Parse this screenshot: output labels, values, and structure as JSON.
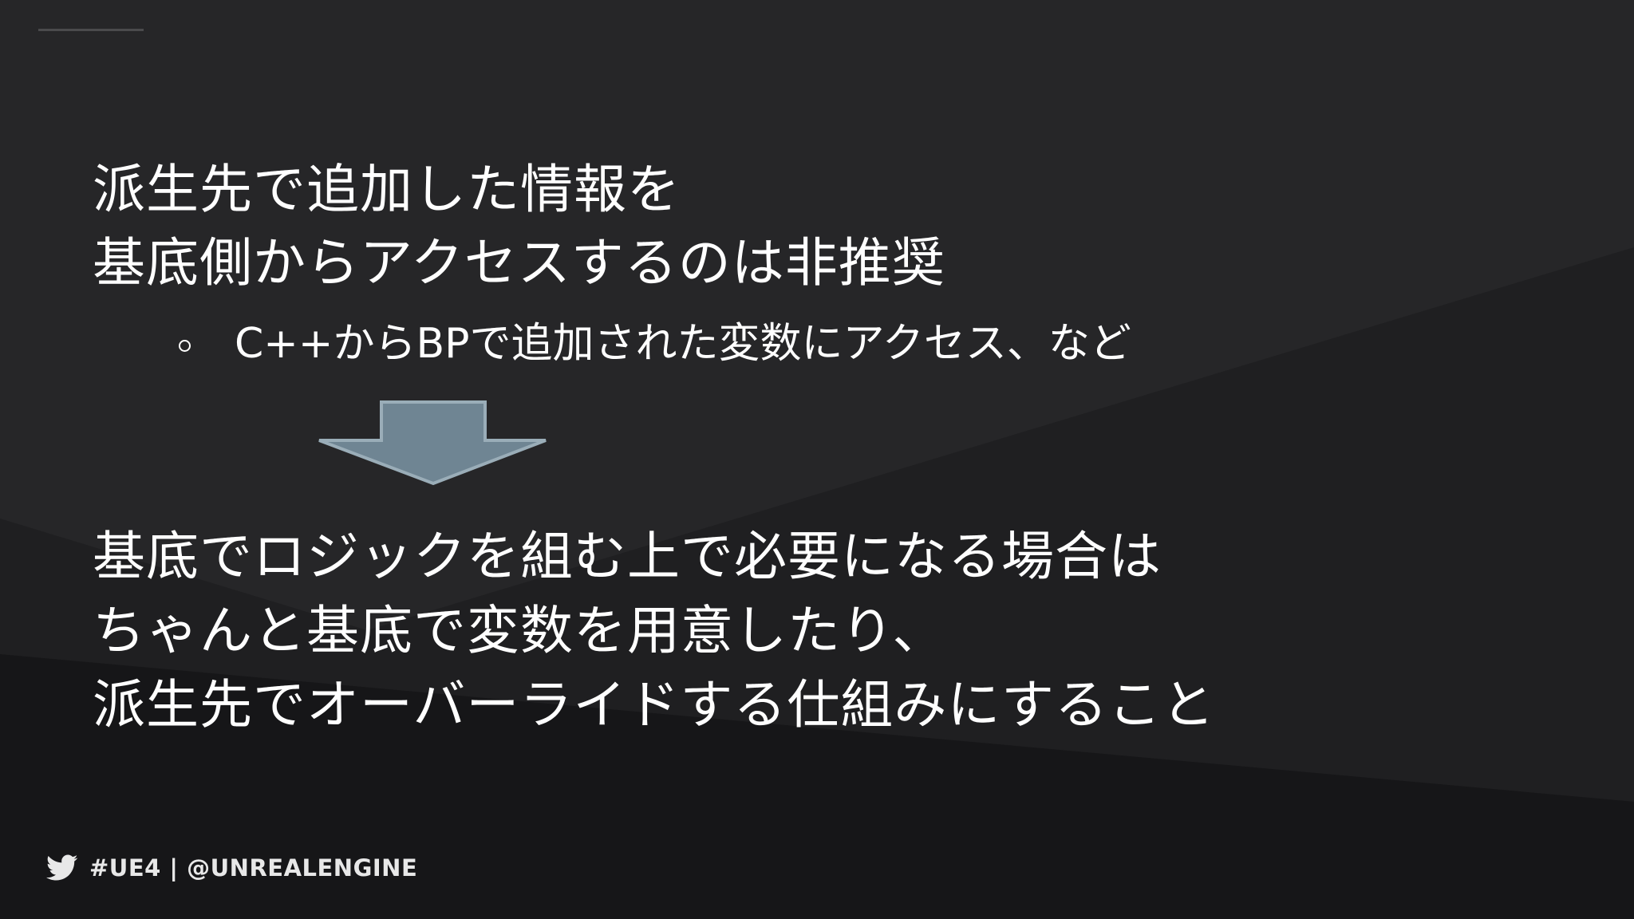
{
  "slide": {
    "heading": {
      "line1": "派生先で追加した情報を",
      "line2": "基底側からアクセスするのは非推奨"
    },
    "sub_bullet": "C++からBPで追加された変数にアクセス、など",
    "conclusion": {
      "line1": "基底でロジックを組む上で必要になる場合は",
      "line2": "ちゃんと基底で変数を用意したり、",
      "line3": "派生先でオーバーライドする仕組みにすること"
    },
    "footer": {
      "icon": "twitter-bird-icon",
      "text": "#UE4 | @UNREALENGINE"
    }
  },
  "colors": {
    "background": "#262628",
    "background_dark": "#141416",
    "text": "#ffffff",
    "arrow_fill": "#6f8593",
    "arrow_stroke": "#9aadb8",
    "top_rule": "#4a4a4c"
  }
}
